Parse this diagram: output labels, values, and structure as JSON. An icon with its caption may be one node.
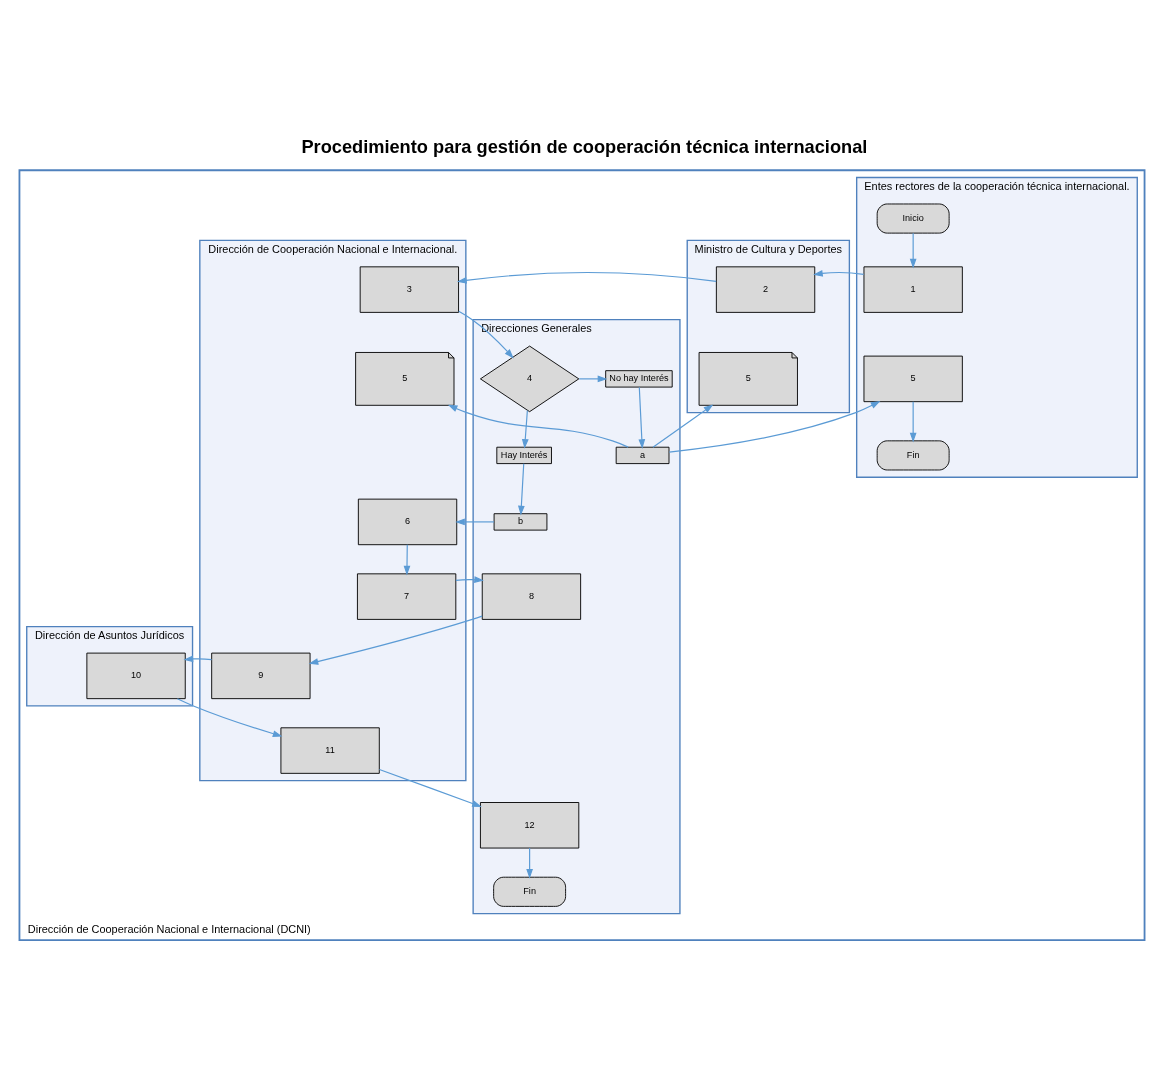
{
  "diagram": {
    "title": "Procedimiento para gestión de cooperación técnica internacional",
    "nodes": [
      {
        "text": [
          "Dirección de Cooperación Nacional e Internacional (DCNI)"
        ]
      },
      {
        "text": [
          "Entes rectores de la cooperación técnica internacional."
        ],
        "in": 0
      },
      {
        "text": [
          "Ministro de Cultura y Deportes"
        ],
        "in": 0
      },
      {
        "text": [
          "Dirección de Cooperación Nacional e Internacional."
        ],
        "in": 0
      },
      {
        "text": [
          "Direcciones Generales"
        ],
        "in": 0
      },
      {
        "text": [
          "Dirección de Asuntos Jurídicos"
        ],
        "in": 0
      },
      {
        "text": [
          "Inicio"
        ],
        "in": 1
      },
      {
        "text": [
          "1"
        ],
        "in": 1
      },
      {
        "text": [
          "5"
        ],
        "in": 1
      },
      {
        "text": [
          "Fin"
        ],
        "in": 1
      },
      {
        "text": [
          "2"
        ],
        "in": 2
      },
      {
        "text": [
          "5"
        ],
        "in": 2
      },
      {
        "text": [
          "3"
        ],
        "in": 3
      },
      {
        "text": [
          "5"
        ],
        "in": 3
      },
      {
        "text": [
          "6"
        ],
        "in": 3
      },
      {
        "text": [
          "7"
        ],
        "in": 3
      },
      {
        "text": [
          "9"
        ],
        "in": 3
      },
      {
        "text": [
          "11"
        ],
        "in": 3
      },
      {
        "text": [
          "4"
        ],
        "in": 4
      },
      {
        "text": [
          "No hay Interés"
        ],
        "in": 4
      },
      {
        "text": [
          "a"
        ],
        "in": 4
      },
      {
        "text": [
          "Hay Interés"
        ],
        "in": 4
      },
      {
        "text": [
          "b"
        ],
        "in": 4
      },
      {
        "text": [
          "8"
        ],
        "in": 4
      },
      {
        "text": [
          "12"
        ],
        "in": 4
      },
      {
        "text": [
          "Fin"
        ],
        "in": 4
      },
      {
        "text": [
          "10"
        ],
        "in": 5
      }
    ],
    "edges": [
      {
        "from": 6,
        "to": 7,
        "arrow": "to"
      },
      {
        "from": 7,
        "to": 10,
        "arrow": "to"
      },
      {
        "from": 10,
        "to": 12,
        "arrow": "to"
      },
      {
        "from": 12,
        "to": 18,
        "arrow": "to"
      },
      {
        "from": 18,
        "to": 19,
        "arrow": "to"
      },
      {
        "from": 19,
        "to": 20,
        "arrow": "to"
      },
      {
        "from": 20,
        "to": 8,
        "arrow": "to"
      },
      {
        "from": 20,
        "to": 11,
        "arrow": "to"
      },
      {
        "from": 20,
        "to": 13,
        "arrow": "to"
      },
      {
        "from": 8,
        "to": 9,
        "arrow": "to"
      },
      {
        "from": 18,
        "to": 21,
        "arrow": "to"
      },
      {
        "from": 21,
        "to": 22,
        "arrow": "to"
      },
      {
        "from": 22,
        "to": 14,
        "arrow": "to"
      },
      {
        "from": 14,
        "to": 15,
        "arrow": "to"
      },
      {
        "from": 15,
        "to": 23,
        "arrow": "to"
      },
      {
        "from": 23,
        "to": 16,
        "arrow": "to"
      },
      {
        "from": 16,
        "to": 26,
        "arrow": "to"
      },
      {
        "from": 26,
        "to": 17,
        "arrow": "to"
      },
      {
        "from": 17,
        "to": 24,
        "arrow": "to"
      },
      {
        "from": 24,
        "to": 25,
        "arrow": "to"
      }
    ]
  }
}
